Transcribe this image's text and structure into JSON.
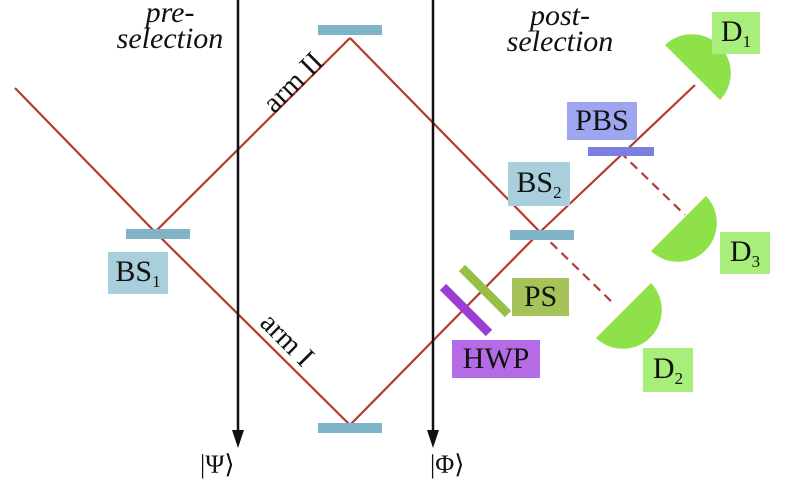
{
  "labels": {
    "pre_line1": "pre-",
    "pre_line2": "selection",
    "post_line1": "post-",
    "post_line2": "selection",
    "arm_top": "arm II",
    "arm_bottom": "arm I",
    "bs1": "BS",
    "bs1_sub": "1",
    "bs2": "BS",
    "bs2_sub": "2",
    "pbs": "PBS",
    "ps": "PS",
    "hwp": "HWP",
    "d1": "D",
    "d1_sub": "1",
    "d2": "D",
    "d2_sub": "2",
    "d3": "D",
    "d3_sub": "3",
    "ket_psi": "|Ψ⟩",
    "ket_phi": "|Φ⟩"
  },
  "colors": {
    "beam": "#b23a2f",
    "mirror": "#7fb3c8",
    "bs_box": "#a9cfdc",
    "pbs_box": "#9ea6f0",
    "pbs_plate": "#7d7fe0",
    "ps_plate": "#97bf45",
    "ps_box": "#a6c35a",
    "hwp_plate": "#9b3fd4",
    "hwp_box": "#b56be6",
    "detector": "#8fe14a",
    "detector_box": "#a7ee7a",
    "arrow": "#111111"
  }
}
